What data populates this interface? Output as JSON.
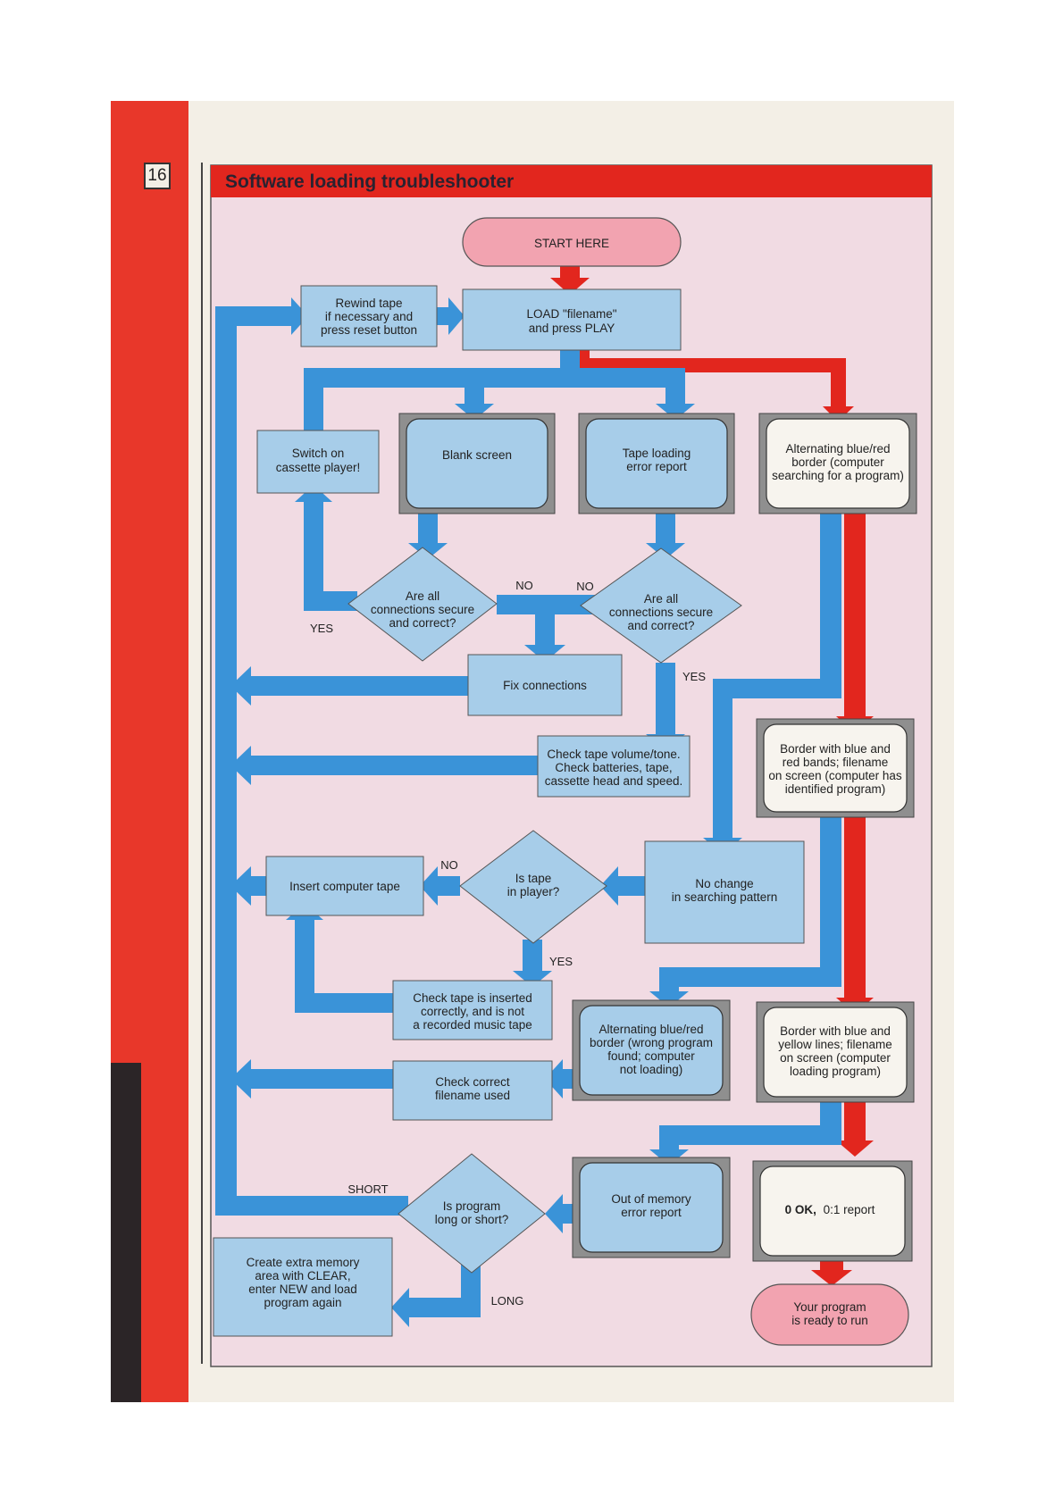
{
  "page_number": "16",
  "title": "Software loading troubleshooter",
  "colors": {
    "spine": "#e8372a",
    "panel": "#f1dbe3",
    "box": "#a7cde9",
    "arrow_blue": "#3a93d8",
    "arrow_red": "#e2261e",
    "start": "#f2a3b0",
    "bezel": "#8f8f8f"
  },
  "nodes": {
    "start": "START HERE",
    "rewind": [
      "Rewind tape",
      "if necessary and",
      "press reset button"
    ],
    "load": [
      "LOAD \"filename\"",
      "and press PLAY"
    ],
    "switch_on": [
      "Switch on",
      "cassette player!"
    ],
    "blank_screen": [
      "Blank screen"
    ],
    "tape_error": [
      "Tape loading",
      "error report"
    ],
    "alt_search": [
      "Alternating blue/red",
      "border (computer",
      "searching for a program)"
    ],
    "conn_left": [
      "Are all",
      "connections secure",
      "and correct?"
    ],
    "conn_right": [
      "Are all",
      "connections secure",
      "and correct?"
    ],
    "fix": [
      "Fix connections"
    ],
    "check_tape": [
      "Check tape volume/tone.",
      "Check batteries, tape,",
      "cassette head and speed."
    ],
    "border_red": [
      "Border with blue and",
      "red bands; filename",
      "on screen (computer has",
      "identified program)"
    ],
    "insert_tape": [
      "Insert computer tape"
    ],
    "is_tape": [
      "Is tape",
      "in player?"
    ],
    "no_change": [
      "No change",
      "in searching pattern"
    ],
    "check_inserted": [
      "Check tape is inserted",
      "correctly, and is not",
      "a recorded music tape"
    ],
    "alt_wrong": [
      "Alternating blue/red",
      "border (wrong program",
      "found; computer",
      "not loading)"
    ],
    "border_yellow": [
      "Border with blue and",
      "yellow lines; filename",
      "on screen (computer",
      "loading program)"
    ],
    "check_filename": [
      "Check correct",
      "filename used"
    ],
    "is_long": [
      "Is program",
      "long or short?"
    ],
    "out_of_memory": [
      "Out of memory",
      "error report"
    ],
    "ok_code": "0 OK,",
    "ok_report": "0:1 report",
    "extra_memory": [
      "Create extra memory",
      "area with CLEAR,",
      "enter NEW and load",
      "program again"
    ],
    "ready": [
      "Your program",
      "is ready to run"
    ]
  },
  "labels": {
    "no": "NO",
    "yes": "YES",
    "short": "SHORT",
    "long": "LONG"
  }
}
